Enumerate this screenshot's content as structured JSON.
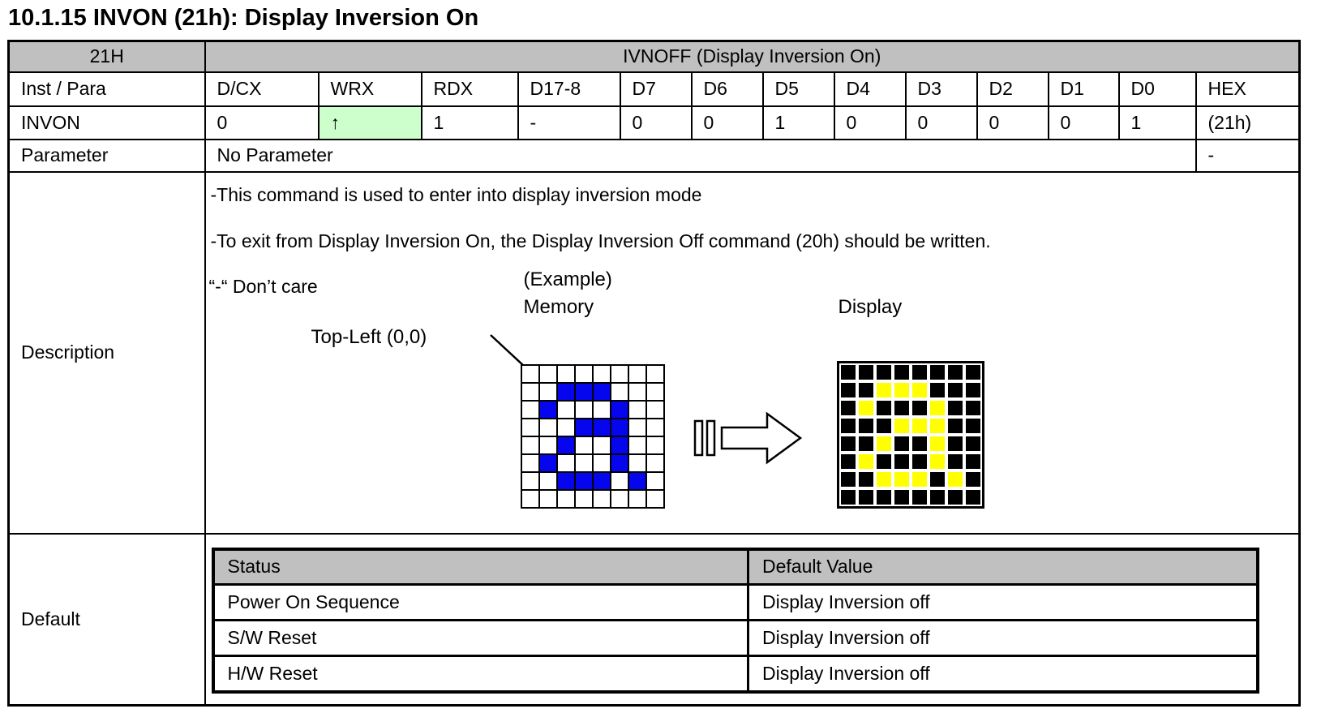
{
  "title": "10.1.15 INVON (21h): Display Inversion On",
  "colors": {
    "header_gray": "#c0c0c0",
    "highlight_green": "#ccffcc",
    "memory_blue": "#0606ee",
    "memory_off_white": "#ffffff",
    "display_yellow": "#ffff00",
    "display_off_black": "#000000"
  },
  "command_table": {
    "code": "21H",
    "name": "IVNOFF (Display Inversion On)",
    "headers": [
      "Inst / Para",
      "D/CX",
      "WRX",
      "RDX",
      "D17-8",
      "D7",
      "D6",
      "D5",
      "D4",
      "D3",
      "D2",
      "D1",
      "D0",
      "HEX"
    ],
    "invon_row": {
      "label": "INVON",
      "dcx": "0",
      "wrx_arrow": "↑",
      "rdx": "1",
      "d17_8": "-",
      "bits": [
        "0",
        "0",
        "1",
        "0",
        "0",
        "0",
        "0",
        "1"
      ],
      "hex": "(21h)"
    },
    "parameter_row": {
      "label": "Parameter",
      "value": "No Parameter",
      "hex": "-"
    }
  },
  "description_section": {
    "label": "Description",
    "line1": "-This command is used to enter into display inversion mode",
    "line2": "-To exit from Display Inversion On, the Display Inversion Off command (20h) should be written.",
    "dont_care_note": "“-“ Don’t care",
    "figure": {
      "example_label": "(Example)",
      "memory_label": "Memory",
      "display_label": "Display",
      "top_left_label": "Top-Left (0,0)",
      "grid_size": 8,
      "pattern": [
        "........",
        "..XXX...",
        ".X...X..",
        "...XXX..",
        "..X..X..",
        ".X...X..",
        "..XXX.X.",
        "........"
      ]
    }
  },
  "default_section": {
    "label": "Default",
    "table": {
      "status_header": "Status",
      "value_header": "Default Value",
      "rows": [
        {
          "status": "Power On Sequence",
          "value": "Display Inversion off"
        },
        {
          "status": "S/W Reset",
          "value": "Display Inversion off"
        },
        {
          "status": "H/W Reset",
          "value": "Display Inversion off"
        }
      ]
    }
  }
}
